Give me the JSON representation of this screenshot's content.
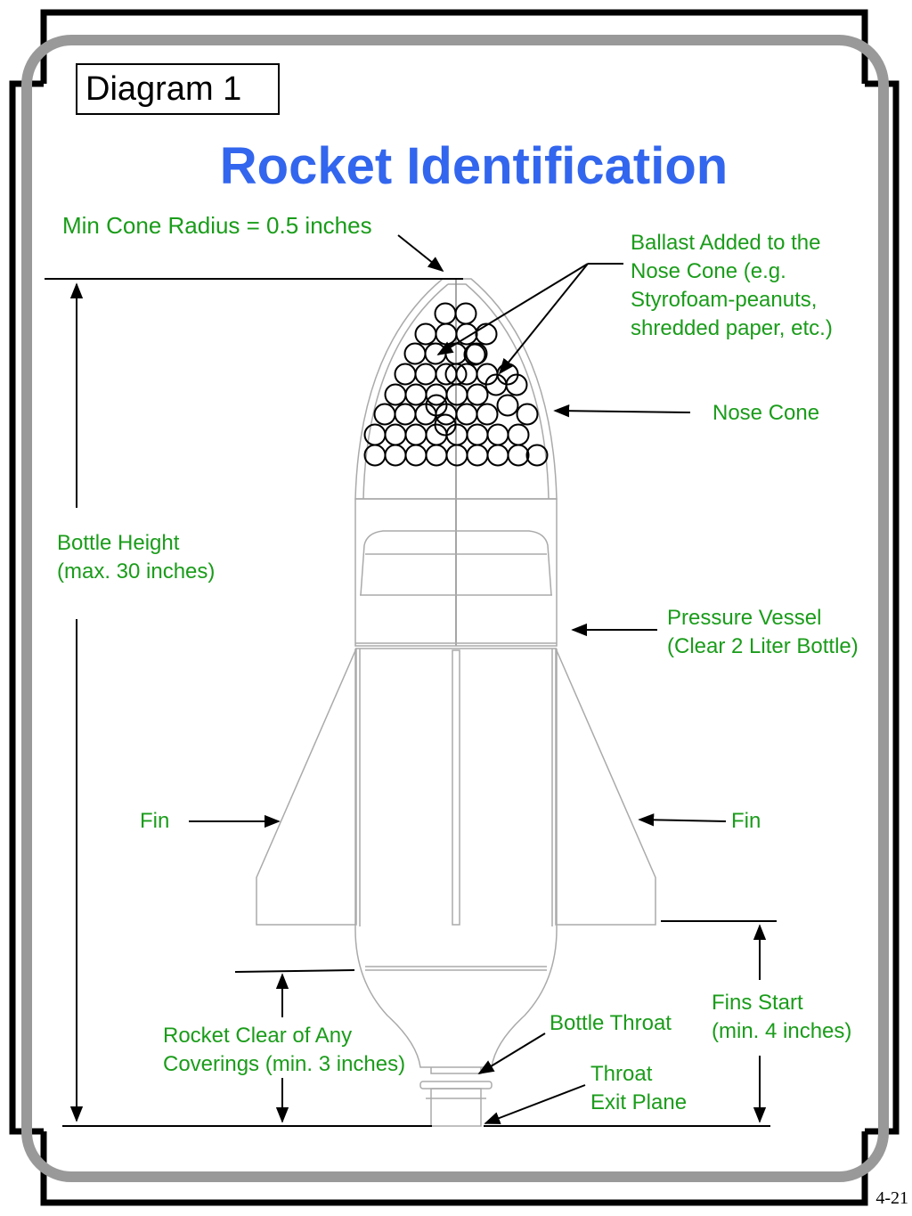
{
  "diagram_tag": "Diagram 1",
  "title": "Rocket Identification",
  "page_number": "4-21",
  "colors": {
    "title": "#3366ee",
    "labels": "#1a9c1a",
    "lines": "#000000",
    "frame_grey": "#999999"
  },
  "labels": {
    "min_cone_radius": "Min Cone Radius = 0.5 inches",
    "ballast": [
      "Ballast Added to the",
      "Nose Cone (e.g.",
      "Styrofoam-peanuts,",
      "shredded paper, etc.)"
    ],
    "nose_cone": "Nose Cone",
    "bottle_height": [
      "Bottle Height",
      "(max. 30 inches)"
    ],
    "pressure_vessel": [
      "Pressure Vessel",
      "(Clear 2 Liter Bottle)"
    ],
    "fin_left": "Fin",
    "fin_right": "Fin",
    "rocket_clear": [
      "Rocket Clear of Any",
      "Coverings (min. 3 inches)"
    ],
    "bottle_throat": "Bottle Throat",
    "throat_exit": [
      "Throat",
      "Exit Plane"
    ],
    "fins_start": [
      "Fins Start",
      "(min. 4 inches)"
    ]
  }
}
